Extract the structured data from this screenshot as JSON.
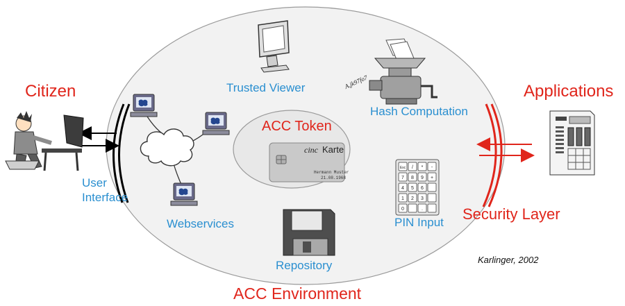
{
  "colors": {
    "accent_blue": "#2a8fd0",
    "accent_red": "#e0251b",
    "ellipse_fill": "#f2f2f2",
    "token_fill": "#e9e9e9",
    "outline": "#999999"
  },
  "labels": {
    "citizen": "Citizen",
    "applications": "Applications",
    "acc_token": "ACC Token",
    "acc_environment": "ACC Environment",
    "security_layer": "Security Layer",
    "trusted_viewer": "Trusted Viewer",
    "hash_computation": "Hash Computation",
    "user_interface_line1": "User",
    "user_interface_line2": "Interface",
    "webservices": "Webservices",
    "pin_input": "PIN Input",
    "repository": "Repository",
    "credit": "Karlinger, 2002"
  },
  "card": {
    "brand_prefix": "cinc",
    "brand_suffix": "Karte",
    "holder_name": "Hermann Muster",
    "date": "21.08.1968"
  },
  "hash_paper_text": "A,jk97fo7",
  "keypad": {
    "keys": [
      "Esc",
      "/",
      "*",
      "-",
      "7",
      "8",
      "9",
      "+",
      "4",
      "5",
      "6",
      "",
      "1",
      "2",
      "3",
      "",
      "0",
      "",
      ".",
      ""
    ]
  },
  "icons": [
    "citizen-user-icon",
    "network-cloud-icon",
    "computer-icon",
    "monitor-icon",
    "hash-machine-icon",
    "chip-card-icon",
    "keypad-icon",
    "floppy-disk-icon",
    "document-form-icon"
  ]
}
